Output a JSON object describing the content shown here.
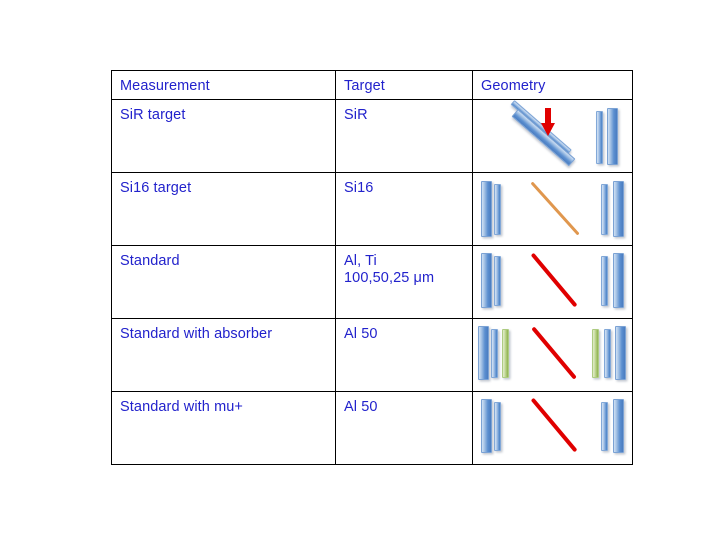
{
  "slide": {
    "background_color": "#FFFFFF",
    "text_color": "#2222CC",
    "border_color": "#000000"
  },
  "table": {
    "headers": {
      "measurement": "Measurement",
      "target": "Target",
      "geometry": "Geometry"
    },
    "rows": [
      {
        "measurement": "SiR target",
        "target": "SiR",
        "geometry": {
          "description": "tilted double SiR target bar with red beam arrow and vertical detector pair on right",
          "elements": [
            "diagonal-thin-blue-bar",
            "diagonal-thick-blue-bar",
            "red-down-arrow",
            "thin-blue-bar",
            "thick-blue-bar"
          ]
        }
      },
      {
        "measurement": "Si16 target",
        "target": "Si16",
        "geometry": {
          "description": "detector pair left, orange diagonal foil centre, detector pair right",
          "elements": [
            "thick-blue-bar",
            "thin-blue-bar",
            "orange-diagonal-foil",
            "thin-blue-bar",
            "thick-blue-bar"
          ]
        }
      },
      {
        "measurement": "Standard",
        "target": "Al, Ti\n100,50,25 μm",
        "geometry": {
          "description": "detector pair left, red diagonal foil centre, detector pair right",
          "elements": [
            "thick-blue-bar",
            "thin-blue-bar",
            "red-diagonal-foil",
            "thin-blue-bar",
            "thick-blue-bar"
          ]
        }
      },
      {
        "measurement": "Standard with absorber",
        "target": "Al 50",
        "geometry": {
          "description": "detector pair plus green absorber left, red diagonal foil centre, green absorber plus detector pair right",
          "elements": [
            "thick-blue-bar",
            "thin-blue-bar",
            "green-absorber-bar",
            "red-diagonal-foil",
            "green-absorber-bar",
            "thin-blue-bar",
            "thick-blue-bar"
          ]
        }
      },
      {
        "measurement": "Standard with mu+",
        "target": "Al 50",
        "geometry": {
          "description": "detector pair left, red diagonal foil centre, detector pair right",
          "elements": [
            "thick-blue-bar",
            "thin-blue-bar",
            "red-diagonal-foil",
            "thin-blue-bar",
            "thick-blue-bar"
          ]
        }
      }
    ]
  }
}
